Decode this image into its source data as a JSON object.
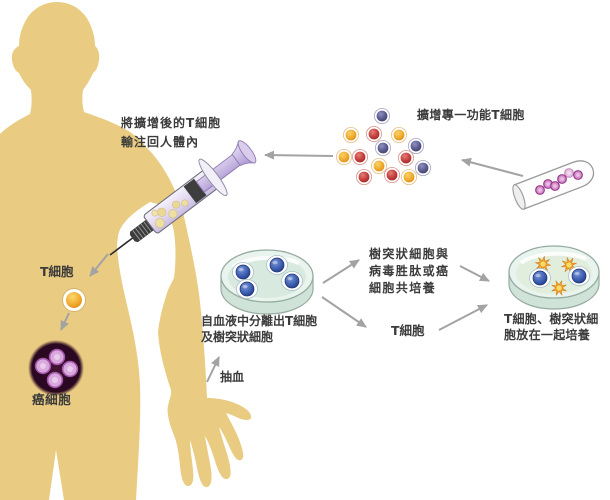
{
  "diagram": {
    "type": "flow-diagram",
    "language": "zh-Hant"
  },
  "labels": {
    "reinfuse": "將擴增後的T細胞\n輸注回人體內",
    "expand": "擴增專一功能T細胞",
    "t_cell_in_body": "T細胞",
    "cancer_cell": "癌細胞",
    "separate": "自血液中分離出T細胞\n及樹突狀細胞",
    "draw_blood": "抽血",
    "co_culture": "樹突狀細胞與\n病毒胜肽或癌\n細胞共培養",
    "t_cell_isolated": "T細胞",
    "culture_together": "T細胞、樹突狀細\n胞放在一起培養"
  },
  "colors": {
    "body_silhouette": "#E9CB81",
    "text": "#3B3B3B",
    "arrow": "#A3A3A3",
    "t_cell_yellow": "#F2B13C",
    "cell_red": "#C84540",
    "cell_navy": "#5E5E94",
    "stained_cell_magenta": "#C360B5",
    "cancer_cluster_dark": "#2B0822",
    "cancer_cell_pink": "#D9A0DC",
    "petri_dish_fill": "#EAF4EE",
    "blue_cell": "#3F62B6",
    "dendritic_cell_orange": "#EFA02C",
    "syringe_lavender": "#C7B6E0"
  }
}
